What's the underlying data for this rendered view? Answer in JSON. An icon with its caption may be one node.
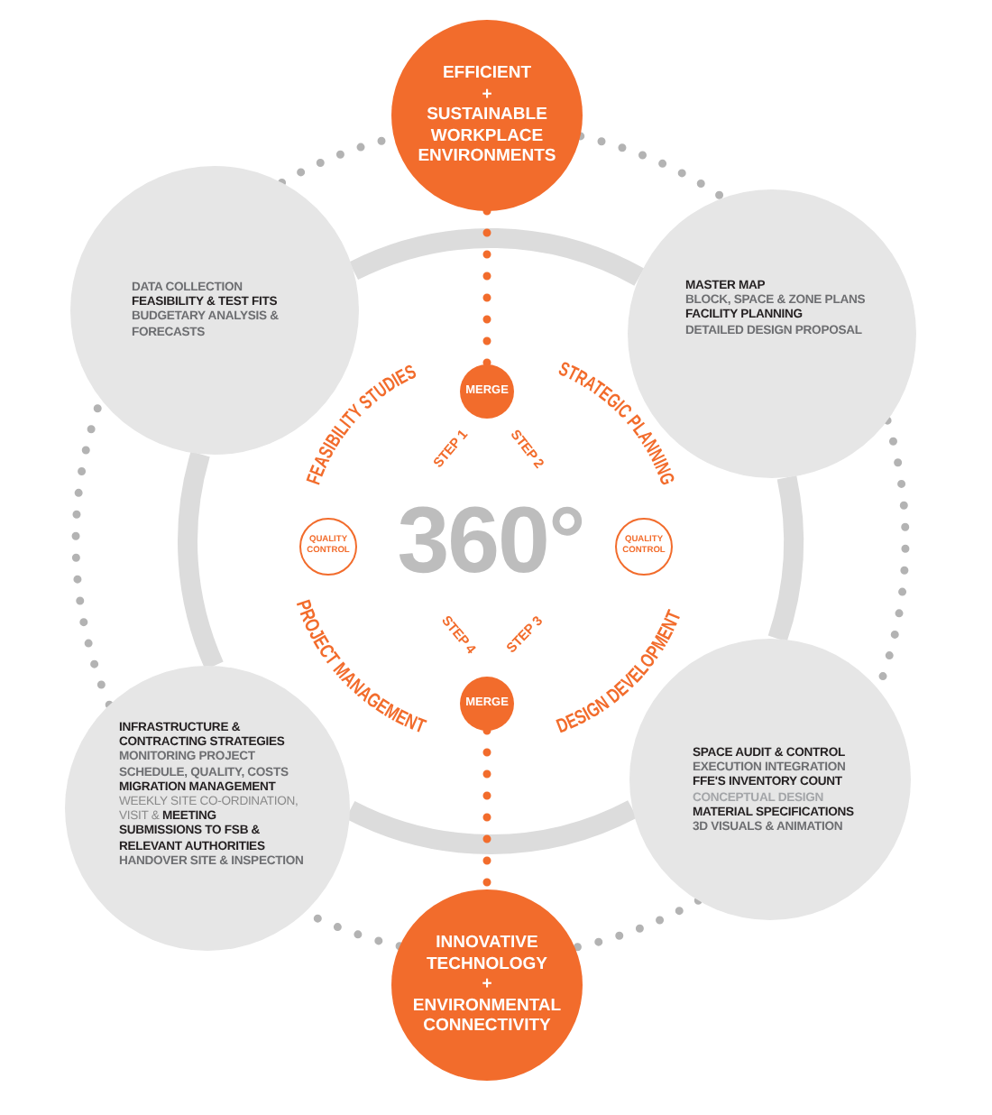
{
  "diagram": {
    "nodes": [
      {
        "text": [
          "EFFICIENT",
          "+",
          "SUSTAINABLE WORKPLACE ENVIRONMENTS"
        ]
      },
      {
        "text": [
          "DATA COLLECTION",
          "FEASIBILITY & TEST FITS",
          "BUDGETARY ANALYSIS & FORECASTS"
        ]
      },
      {
        "text": [
          "MASTER MAP",
          "BLOCK, SPACE & ZONE PLANS",
          "FACILITY PLANNING",
          "DETAILED DESIGN PROPOSAL"
        ]
      },
      {
        "text": [
          "MERGE"
        ]
      },
      {
        "text": [
          "QUALITY CONTROL"
        ]
      },
      {
        "text": [
          "QUALITY CONTROL"
        ]
      },
      {
        "text": [
          "MERGE"
        ]
      },
      {
        "text": [
          "INFRASTRUCTURE & CONTRACTING STRATEGIES",
          "MONITORING PROJECT SCHEDULE, QUALITY, COSTS",
          "MIGRATION MANAGEMENT",
          "WEEKLY SITE CO-ORDINATION, VISIT & **MEETING**",
          "SUBMISSIONS TO FSB & RELEVANT AUTHORITIES",
          "HANDOVER SITE & INSPECTION"
        ]
      },
      {
        "text": [
          "SPACE AUDIT & CONTROL",
          "EXECUTION INTEGRATION",
          "FFE'S INVENTORY COUNT",
          "CONCEPTUAL DESIGN",
          "MATERIAL SPECIFICATIONS",
          "3D VISUALS & ANIMATION"
        ]
      },
      {
        "text": [
          "INNOVATIVE TECHNOLOGY",
          "+",
          "ENVIRONMENTAL CONNECTIVITY"
        ]
      }
    ],
    "edges": [
      {
        "from": 0,
        "to": 3,
        "arrow": "none",
        "style": "dashed",
        "color": "#f26c2c"
      },
      {
        "from": 6,
        "to": 9,
        "arrow": "none",
        "style": "dashed",
        "color": "#f26c2c"
      },
      {
        "from": 1,
        "to": 2,
        "arrow": "none",
        "style": "thick",
        "color": "#dcdcdc"
      },
      {
        "from": 2,
        "to": 8,
        "arrow": "none",
        "style": "thick",
        "color": "#dcdcdc"
      },
      {
        "from": 8,
        "to": 7,
        "arrow": "none",
        "style": "thick",
        "color": "#dcdcdc"
      },
      {
        "from": 7,
        "to": 1,
        "arrow": "none",
        "style": "thick",
        "color": "#dcdcdc"
      },
      {
        "from": 0,
        "to": 2,
        "arrow": "none",
        "style": "dashed"
      },
      {
        "from": 2,
        "to": 8,
        "arrow": "none",
        "style": "dashed"
      },
      {
        "from": 8,
        "to": 9,
        "arrow": "none",
        "style": "dashed"
      },
      {
        "from": 9,
        "to": 7,
        "arrow": "none",
        "style": "dashed"
      },
      {
        "from": 7,
        "to": 1,
        "arrow": "none",
        "style": "dashed"
      },
      {
        "from": 1,
        "to": 0,
        "arrow": "none",
        "style": "dashed"
      }
    ],
    "labels": [
      "FEASIBILITY STUDIES",
      "STRATEGIC PLANNING",
      "STEP 1",
      "STEP 2",
      "360°",
      "STEP 4",
      "STEP 3",
      "PROJECT MANAGEMENT",
      "DESIGN DEVELOPMENT"
    ]
  }
}
